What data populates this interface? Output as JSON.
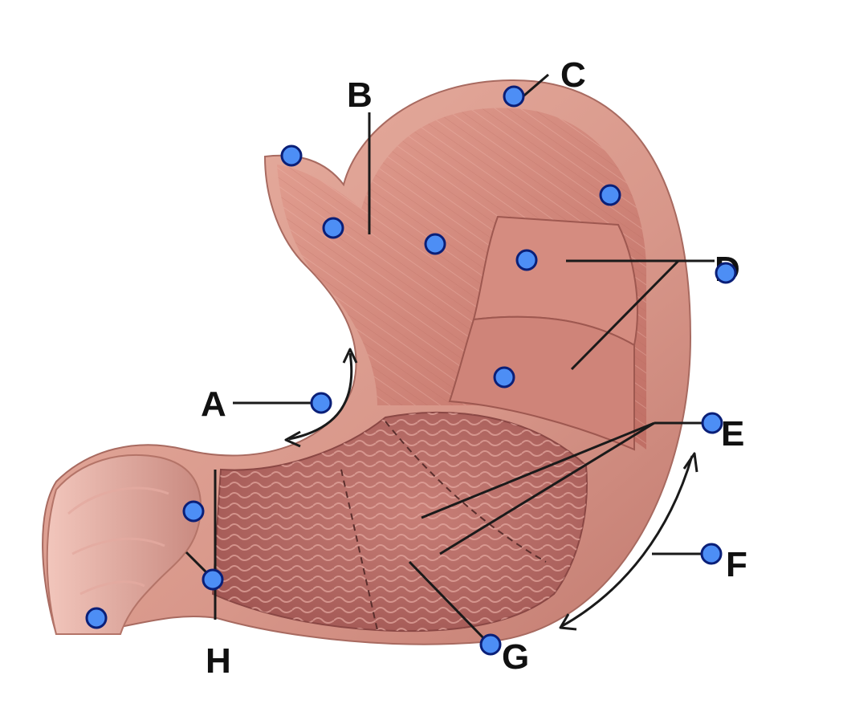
{
  "labels": {
    "A": "A",
    "B": "B",
    "C": "C",
    "D": "D",
    "E": "E",
    "F": "F",
    "G": "G",
    "H": "H"
  },
  "colors": {
    "hotspot_fill": "#4d8ef5",
    "hotspot_stroke": "#0a1f78",
    "leader": "#1a1a1a",
    "serosa": "#d99a8a",
    "muscle": "#c9776c",
    "mucosa": "#b86565",
    "background": "#ffffff"
  },
  "hotspots": [
    {
      "name": "hotspot-esophagus"
    },
    {
      "name": "hotspot-cardia"
    },
    {
      "name": "hotspot-fundus"
    },
    {
      "name": "hotspot-muscle-layer"
    },
    {
      "name": "hotspot-longitudinal-muscle"
    },
    {
      "name": "hotspot-circular-muscle"
    },
    {
      "name": "hotspot-oblique-muscle"
    },
    {
      "name": "hotspot-lesser-curvature"
    },
    {
      "name": "hotspot-label-d"
    },
    {
      "name": "hotspot-rugae"
    },
    {
      "name": "hotspot-greater-curvature"
    },
    {
      "name": "hotspot-pyloric-sphincter-area"
    },
    {
      "name": "hotspot-pyloric-sphincter"
    },
    {
      "name": "hotspot-duodenum"
    },
    {
      "name": "hotspot-body"
    }
  ]
}
